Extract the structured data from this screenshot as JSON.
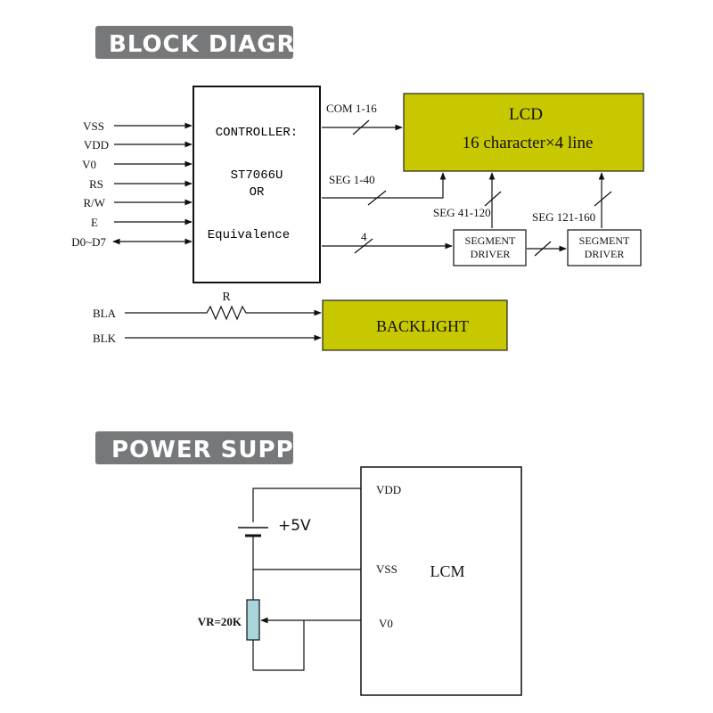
{
  "block_section": {
    "title": "BLOCK DIAGRAM",
    "controller": {
      "line1": "CONTROLLER:",
      "line2": "ST7066U",
      "line3": "OR",
      "line4": "Equivalence"
    },
    "inputs": [
      "VSS",
      "VDD",
      "V0",
      "RS",
      "R/W",
      "E",
      "D0~D7"
    ],
    "lcd": {
      "line1": "LCD",
      "line2": "16 character×4 line"
    },
    "bus_labels": {
      "com": "COM 1-16",
      "seg": "SEG 1-40",
      "four": "4",
      "seg41": "SEG 41-120",
      "seg121": "SEG 121-160"
    },
    "segment_driver_1": {
      "line1": "SEGMENT",
      "line2": "DRIVER"
    },
    "segment_driver_2": {
      "line1": "SEGMENT",
      "line2": "DRIVER"
    },
    "backlight": {
      "label": "BACKLIGHT",
      "resistor": "R",
      "bla": "BLA",
      "blk": "BLK"
    }
  },
  "power_section": {
    "title": "POWER SUPPLY",
    "lcm": "LCM",
    "vdd": "VDD",
    "vss": "VSS",
    "v0": "V0",
    "voltage": "+5V",
    "vr": "VR=20K"
  },
  "colors": {
    "banner": "#77787a",
    "lcd_fill": "#c8c800",
    "pot_fill": "#a8d4dc"
  }
}
